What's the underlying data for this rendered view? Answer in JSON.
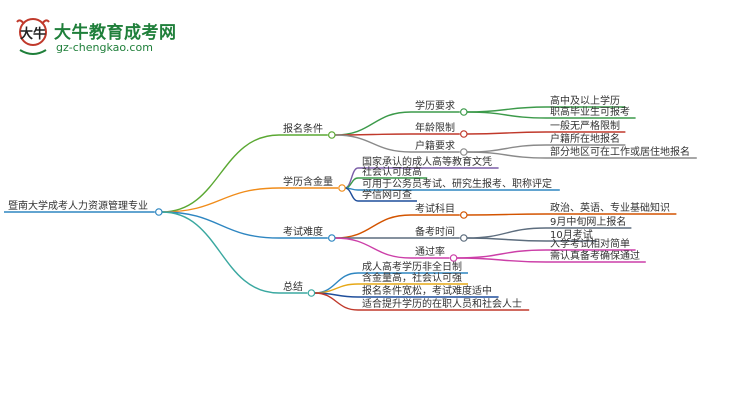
{
  "logo": {
    "title": "大牛教育成考网",
    "url": "gz-chengkao.com",
    "mark_text": "大牛"
  },
  "mindmap": {
    "root": "暨南大学成考人力资源管理专业",
    "branches": [
      {
        "label": "报名条件",
        "color": "#5aa832",
        "children": [
          {
            "label": "学历要求",
            "color": "#3c9a4a",
            "children": [
              "高中及以上学历",
              "职高毕业生可报考"
            ]
          },
          {
            "label": "年龄限制",
            "color": "#c0392b",
            "children": [
              "一般无严格限制"
            ]
          },
          {
            "label": "户籍要求",
            "color": "#8a8a8a",
            "children": [
              "户籍所在地报名",
              "部分地区可在工作或居住地报名"
            ]
          }
        ]
      },
      {
        "label": "学历含金量",
        "color": "#f08c1a",
        "children": [
          {
            "label": "国家承认的成人高等教育文凭",
            "color": "#7b5ea7",
            "children": []
          },
          {
            "label": "社会认可度高",
            "color": "#3c9a4a",
            "children": []
          },
          {
            "label": "可用于公务员考试、研究生报考、职称评定",
            "color": "#2e86c1",
            "children": []
          },
          {
            "label": "学信网可查",
            "color": "#1f4e9b",
            "children": []
          }
        ]
      },
      {
        "label": "考试难度",
        "color": "#2e86c1",
        "children": [
          {
            "label": "考试科目",
            "color": "#d35400",
            "children": [
              "政治、英语、专业基础知识"
            ]
          },
          {
            "label": "备考时间",
            "color": "#5d6d7e",
            "children": [
              "9月中旬网上报名",
              "10月考试"
            ]
          },
          {
            "label": "通过率",
            "color": "#cc3fa8",
            "children": [
              "入学考试相对简单",
              "需认真备考确保通过"
            ]
          }
        ]
      },
      {
        "label": "总结",
        "color": "#3aa8a0",
        "children": [
          {
            "label": "成人高考学历非全日制",
            "color": "#2e86c1",
            "children": []
          },
          {
            "label": "含金量高，社会认可强",
            "color": "#e6a817",
            "children": []
          },
          {
            "label": "报名条件宽松，考试难度适中",
            "color": "#1f4e9b",
            "children": []
          },
          {
            "label": "适合提升学历的在职人员和社会人士",
            "color": "#c0392b",
            "children": []
          }
        ]
      }
    ]
  }
}
